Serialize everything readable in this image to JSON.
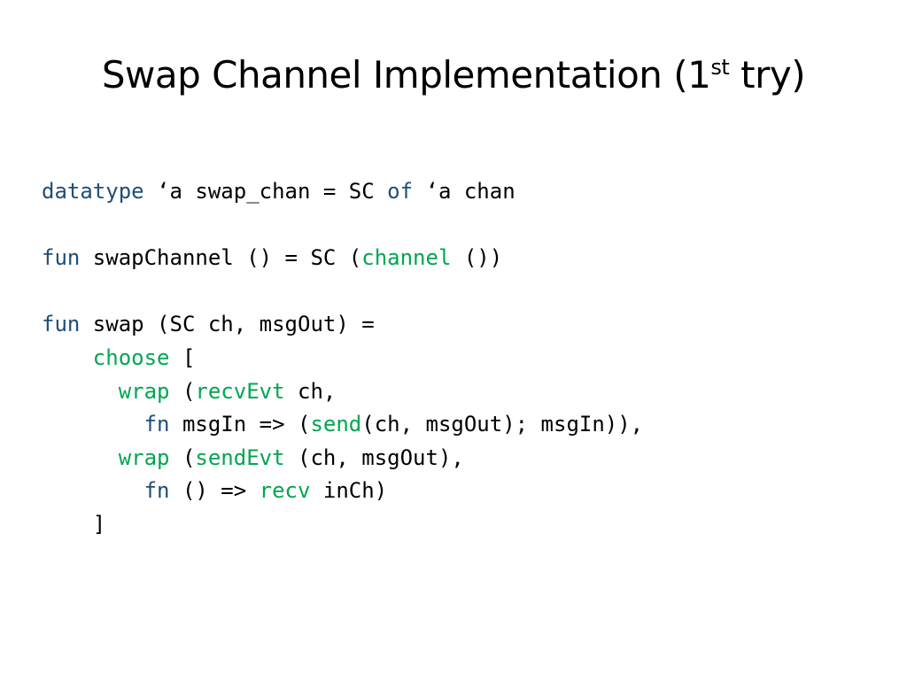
{
  "slide": {
    "title_main": "Swap Channel Implementation (1",
    "title_sup": "st",
    "title_end": " try)"
  },
  "colors": {
    "keyword": "#1f4e79",
    "builtin": "#00a651",
    "text": "#000000"
  },
  "code": {
    "line1": {
      "kw1": "datatype",
      "t1": " ‘a swap_chan = SC ",
      "kw2": "of",
      "t2": " ‘a chan"
    },
    "line3": {
      "kw1": "fun",
      "t1": " swapChannel () = SC (",
      "b1": "channel",
      "t2": " ())"
    },
    "line5": {
      "kw1": "fun",
      "t1": " swap (SC ch, msgOut) ="
    },
    "line6": {
      "indent": "    ",
      "b1": "choose",
      "t1": " ["
    },
    "line7": {
      "indent": "      ",
      "b1": "wrap",
      "t1": " (",
      "b2": "recvEvt",
      "t2": " ch,"
    },
    "line8": {
      "indent": "        ",
      "kw1": "fn",
      "t1": " msgIn => (",
      "b1": "send",
      "t2": "(ch, msgOut); msgIn)),"
    },
    "line9": {
      "indent": "      ",
      "b1": "wrap",
      "t1": " (",
      "b2": "sendEvt",
      "t2": " (ch, msgOut),"
    },
    "line10": {
      "indent": "        ",
      "kw1": "fn",
      "t1": " () => ",
      "b1": "recv",
      "t2": " inCh)"
    },
    "line11": {
      "indent": "    ",
      "t1": "]"
    }
  }
}
